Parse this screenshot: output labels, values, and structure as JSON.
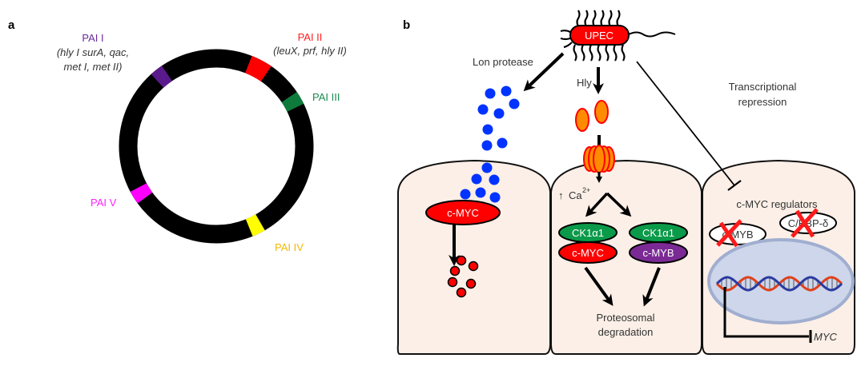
{
  "panel_a": {
    "label": "a",
    "islands": [
      {
        "name": "PAI I",
        "genes_line1": "(hly I surA, qac,",
        "genes_line2": "met I, met II)",
        "color": "#5b1a8c"
      },
      {
        "name": "PAI II",
        "genes_line1": "(leuX, prf, hly II)",
        "color": "#ff0000"
      },
      {
        "name": "PAI III",
        "color": "#0e7a3c"
      },
      {
        "name": "PAI IV",
        "color": "#ffff00",
        "label_color": "#f5b800"
      },
      {
        "name": "PAI V",
        "color": "#ff00ff"
      }
    ],
    "chromosome_color": "#000000"
  },
  "panel_b": {
    "label": "b",
    "bacterium": "UPEC",
    "lon_protease": "Lon protease",
    "hly": "Hly",
    "transcriptional_line1": "Transcriptional",
    "transcriptional_line2": "repression",
    "cell1": {
      "protein": "c-MYC"
    },
    "cell2": {
      "calcium_arrow": "↑",
      "calcium": "Ca",
      "calcium_charge": "2+",
      "kinase_left": "CK1α1",
      "kinase_right": "CK1α1",
      "target_left": "c-MYC",
      "target_right": "c-MYB",
      "outcome_line1": "Proteosomal",
      "outcome_line2": "degradation"
    },
    "cell3": {
      "regulators_title": "c-MYC regulators",
      "regulator_1": "c-MYB",
      "regulator_2": "C/EBP-δ",
      "gene": "MYC"
    },
    "colors": {
      "cell_fill": "#fbefe7",
      "protease": "#0033ff",
      "myc": "#ff0000",
      "ck1": "#0b9a49",
      "myb": "#7b2a95",
      "hly": "#ff8c00",
      "nucleus": "#cdd6ea"
    }
  }
}
